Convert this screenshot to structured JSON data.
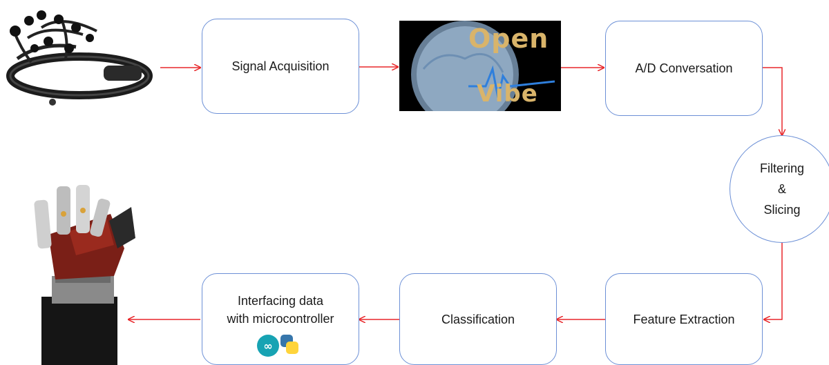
{
  "nodes": {
    "signal_acquisition": "Signal Acquisition",
    "openvibe_open": "Open",
    "openvibe_vibe": "Vibe",
    "ad_conversation": "A/D Conversation",
    "filtering_line1": "Filtering",
    "filtering_line2": "&",
    "filtering_line3": "Slicing",
    "feature_extraction": "Feature Extraction",
    "classification": "Classification",
    "interfacing_line1": "Interfacing data",
    "interfacing_line2": "with microcontroller"
  },
  "icons": {
    "headset": "eeg-headset-icon",
    "hand": "robotic-hand-icon",
    "openvibe": "openvibe-logo",
    "arduino_python": "arduino-python-logo"
  },
  "colors": {
    "arrow": "#e8272a",
    "box_border": "#6b8fd6"
  }
}
